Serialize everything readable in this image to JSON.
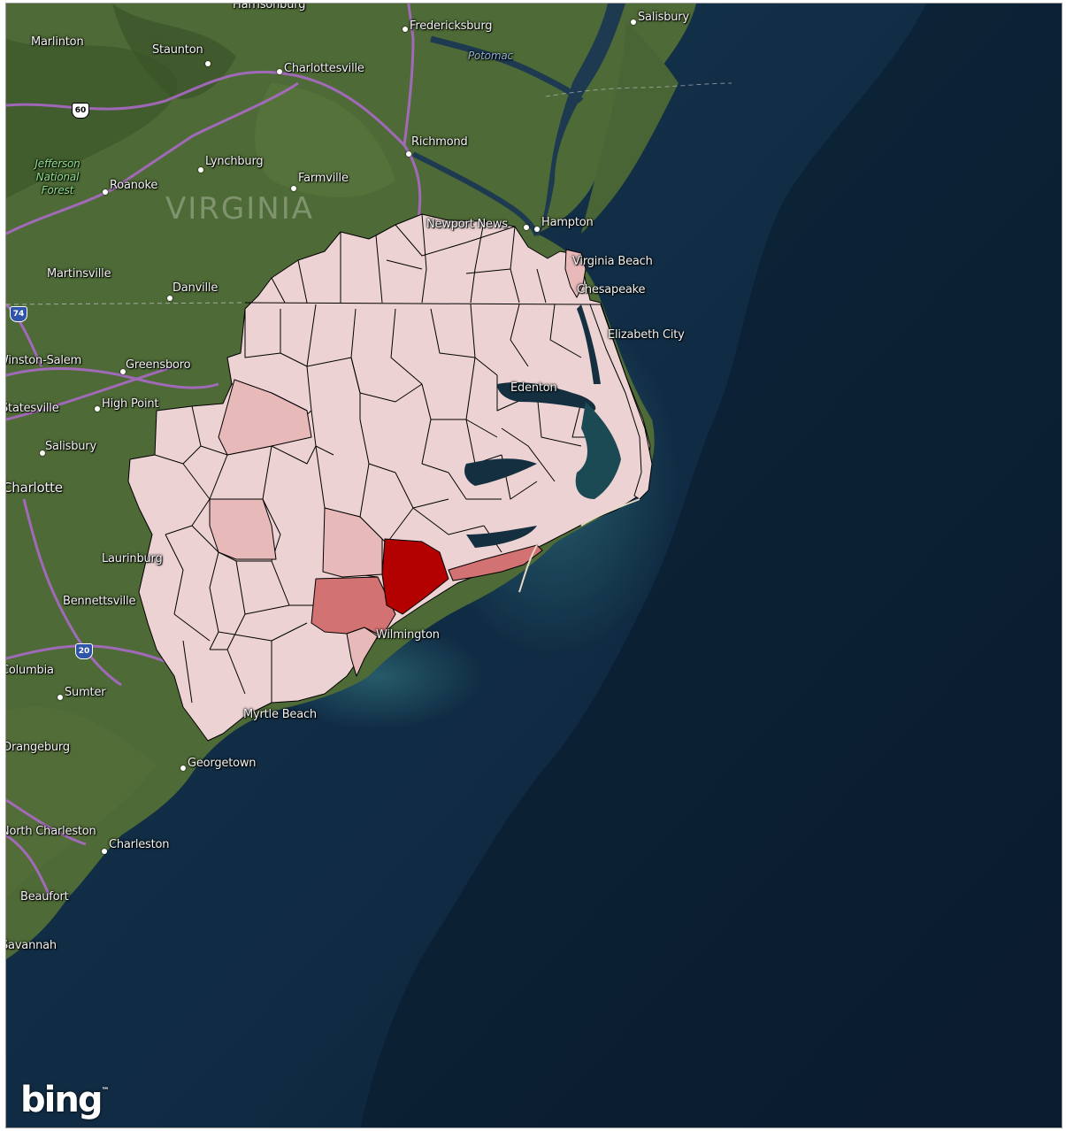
{
  "map": {
    "provider": "bing",
    "trademark": "™",
    "colors": {
      "ocean": "#10273d",
      "land": "#4e6a36",
      "county_base": "#ecd2d2",
      "county_light": "#e8b9b9",
      "county_mid": "#d27272",
      "county_strong": "#bd4a4a",
      "county_max": "#b30000",
      "border": "#000000",
      "highway": "#b06ad0"
    },
    "icons": [
      "us-60-shield-icon",
      "interstate-74-shield-icon",
      "interstate-20-shield-icon",
      "city-dot-icon"
    ],
    "shields": [
      {
        "label": "60",
        "kind": "us"
      },
      {
        "label": "74",
        "kind": "i"
      },
      {
        "label": "20",
        "kind": "i"
      }
    ],
    "places": [
      {
        "name": "Harrisonburg"
      },
      {
        "name": "Fredericksburg"
      },
      {
        "name": "Salisbury"
      },
      {
        "name": "Marlinton"
      },
      {
        "name": "Staunton"
      },
      {
        "name": "Charlottesville"
      },
      {
        "name": "Potomac"
      },
      {
        "name": "Richmond"
      },
      {
        "name": "Lynchburg"
      },
      {
        "name": "Farmville"
      },
      {
        "name": "Jefferson National Forest"
      },
      {
        "name": "Roanoke"
      },
      {
        "name": "VIRGINIA"
      },
      {
        "name": "Newport News"
      },
      {
        "name": "Hampton"
      },
      {
        "name": "Virginia Beach"
      },
      {
        "name": "Chesapeake"
      },
      {
        "name": "Martinsville"
      },
      {
        "name": "Danville"
      },
      {
        "name": "Elizabeth City"
      },
      {
        "name": "Winston-Salem"
      },
      {
        "name": "Greensboro"
      },
      {
        "name": "High Point"
      },
      {
        "name": "Statesville"
      },
      {
        "name": "Edenton"
      },
      {
        "name": "Salisbury"
      },
      {
        "name": "Charlotte"
      },
      {
        "name": "Laurinburg"
      },
      {
        "name": "Bennettsville"
      },
      {
        "name": "Wilmington"
      },
      {
        "name": "Columbia"
      },
      {
        "name": "Sumter"
      },
      {
        "name": "Myrtle Beach"
      },
      {
        "name": "Orangeburg"
      },
      {
        "name": "Georgetown"
      },
      {
        "name": "North Charleston"
      },
      {
        "name": "Charleston"
      },
      {
        "name": "Beaufort"
      },
      {
        "name": "Savannah"
      }
    ],
    "choropleth": {
      "levels": [
        "base",
        "light",
        "mid",
        "strong",
        "max"
      ]
    }
  }
}
